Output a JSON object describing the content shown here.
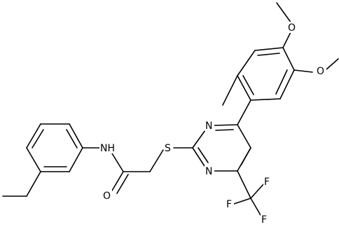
{
  "atoms": {
    "o_methoxy_top": "O",
    "o_methoxy_mid": "O",
    "n_pyr_upper": "N",
    "n_pyr_lower": "N",
    "s_thioether": "S",
    "nh_amide": "NH",
    "o_carbonyl": "O",
    "f_top": "F",
    "f_left": "F",
    "f_bottom": "F"
  }
}
